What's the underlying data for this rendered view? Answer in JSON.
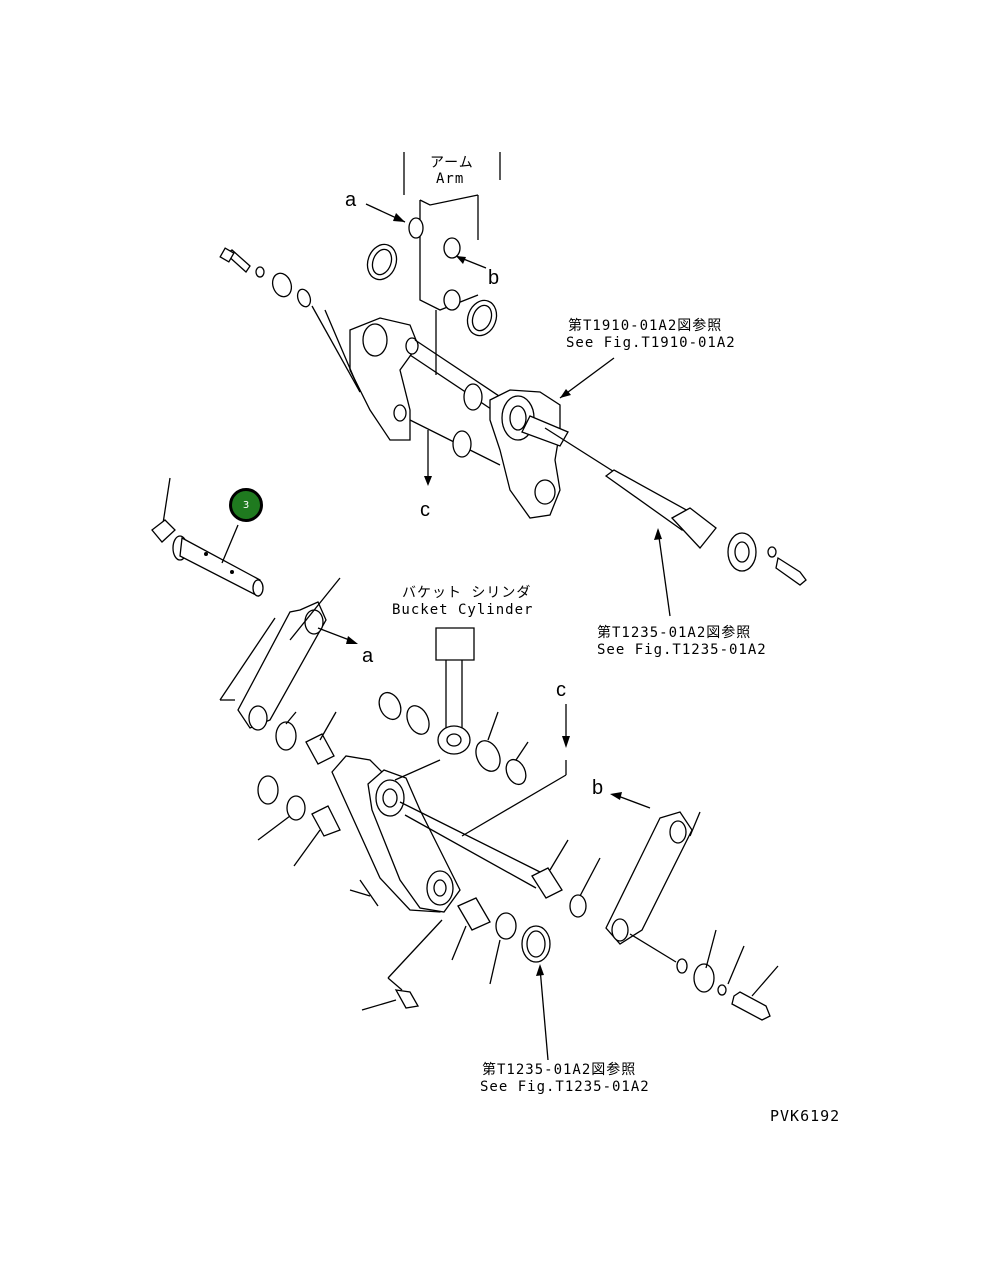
{
  "drawing": {
    "arm_label_jp": "アーム",
    "arm_label_en": "Arm",
    "bucket_cyl_jp": "バケット シリンダ",
    "bucket_cyl_en": "Bucket Cylinder",
    "ref_top_jp": "第T1910-01A2図参照",
    "ref_top_en": "See Fig.T1910-01A2",
    "ref_mid_jp": "第T1235-01A2図参照",
    "ref_mid_en": "See Fig.T1235-01A2",
    "ref_bot_jp": "第T1235-01A2図参照",
    "ref_bot_en": "See Fig.T1235-01A2",
    "drawing_code": "PVK6192",
    "letters": {
      "a1": "a",
      "b1": "b",
      "c1": "c",
      "a2": "a",
      "c2": "c",
      "b2": "b"
    },
    "callout_number": "3",
    "callout_color": "#1f7a1f"
  }
}
